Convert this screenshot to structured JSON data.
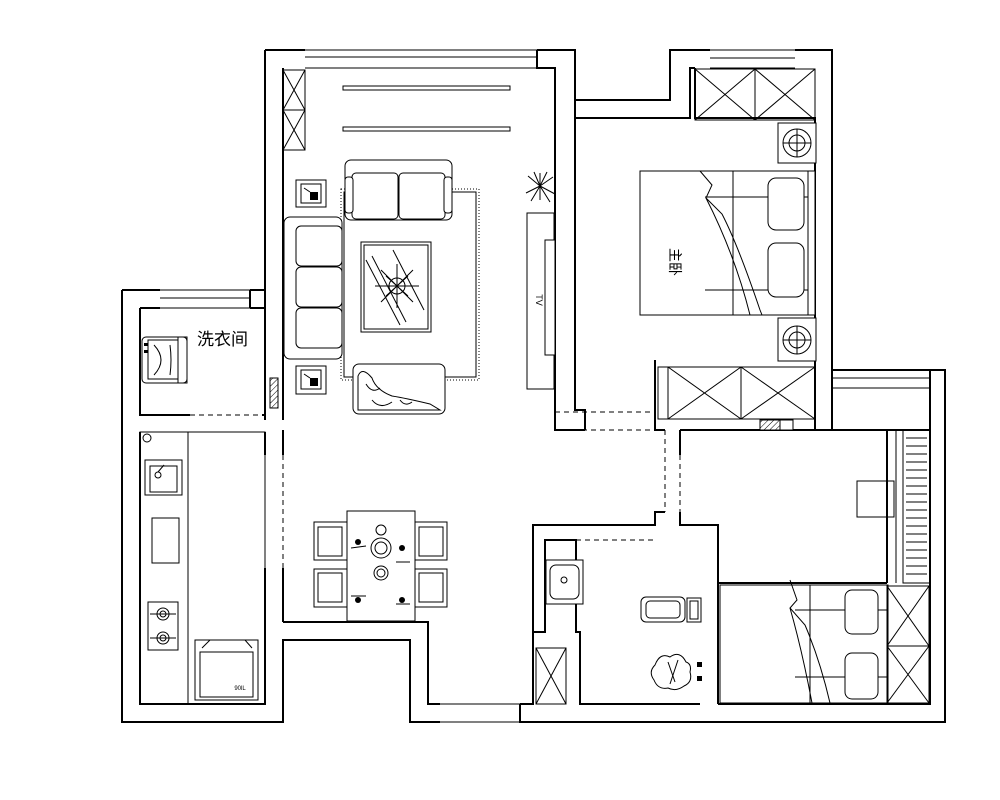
{
  "rooms": {
    "laundry_label": "洗衣间",
    "master_bedroom_label": "主卧"
  },
  "appliances": {
    "tv_label": "TV",
    "fridge_label": "90lL"
  }
}
